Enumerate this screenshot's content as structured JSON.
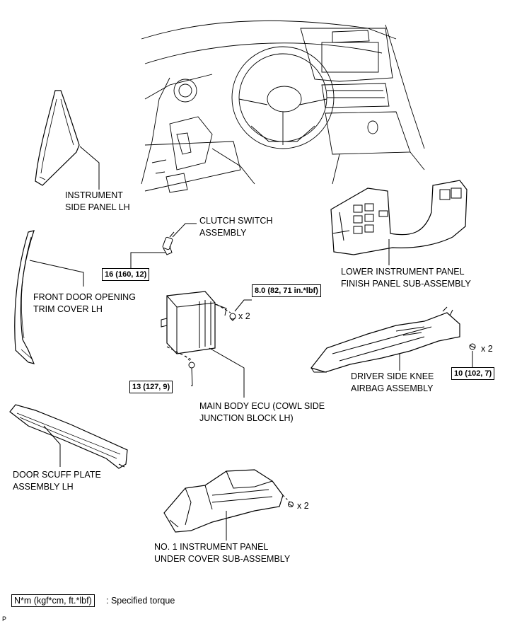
{
  "labels": {
    "instrument_side_panel": "INSTRUMENT\nSIDE PANEL LH",
    "clutch_switch": "CLUTCH SWITCH\nASSEMBLY",
    "lower_finish_panel": "LOWER INSTRUMENT PANEL\nFINISH PANEL SUB-ASSEMBLY",
    "front_door_trim": "FRONT DOOR OPENING\nTRIM COVER LH",
    "knee_airbag": "DRIVER SIDE KNEE\nAIRBAG ASSEMBLY",
    "main_body_ecu": "MAIN BODY ECU (COWL SIDE\nJUNCTION BLOCK LH)",
    "door_scuff": "DOOR SCUFF PLATE\nASSEMBLY LH",
    "under_cover": "NO. 1 INSTRUMENT PANEL\nUNDER COVER SUB-ASSEMBLY"
  },
  "torques": {
    "clutch": "16 (160, 12)",
    "ecu_nut": "8.0 (82, 71 in.*lbf)",
    "ecu_bolt": "13 (127, 9)",
    "airbag": "10 (102, 7)"
  },
  "quantities": {
    "ecu_nut": "x 2",
    "airbag": "x 2",
    "under_cover": "x 2"
  },
  "legend": {
    "unit": "N*m (kgf*cm, ft.*lbf)",
    "text": ": Specified torque"
  },
  "corner_mark": "P"
}
